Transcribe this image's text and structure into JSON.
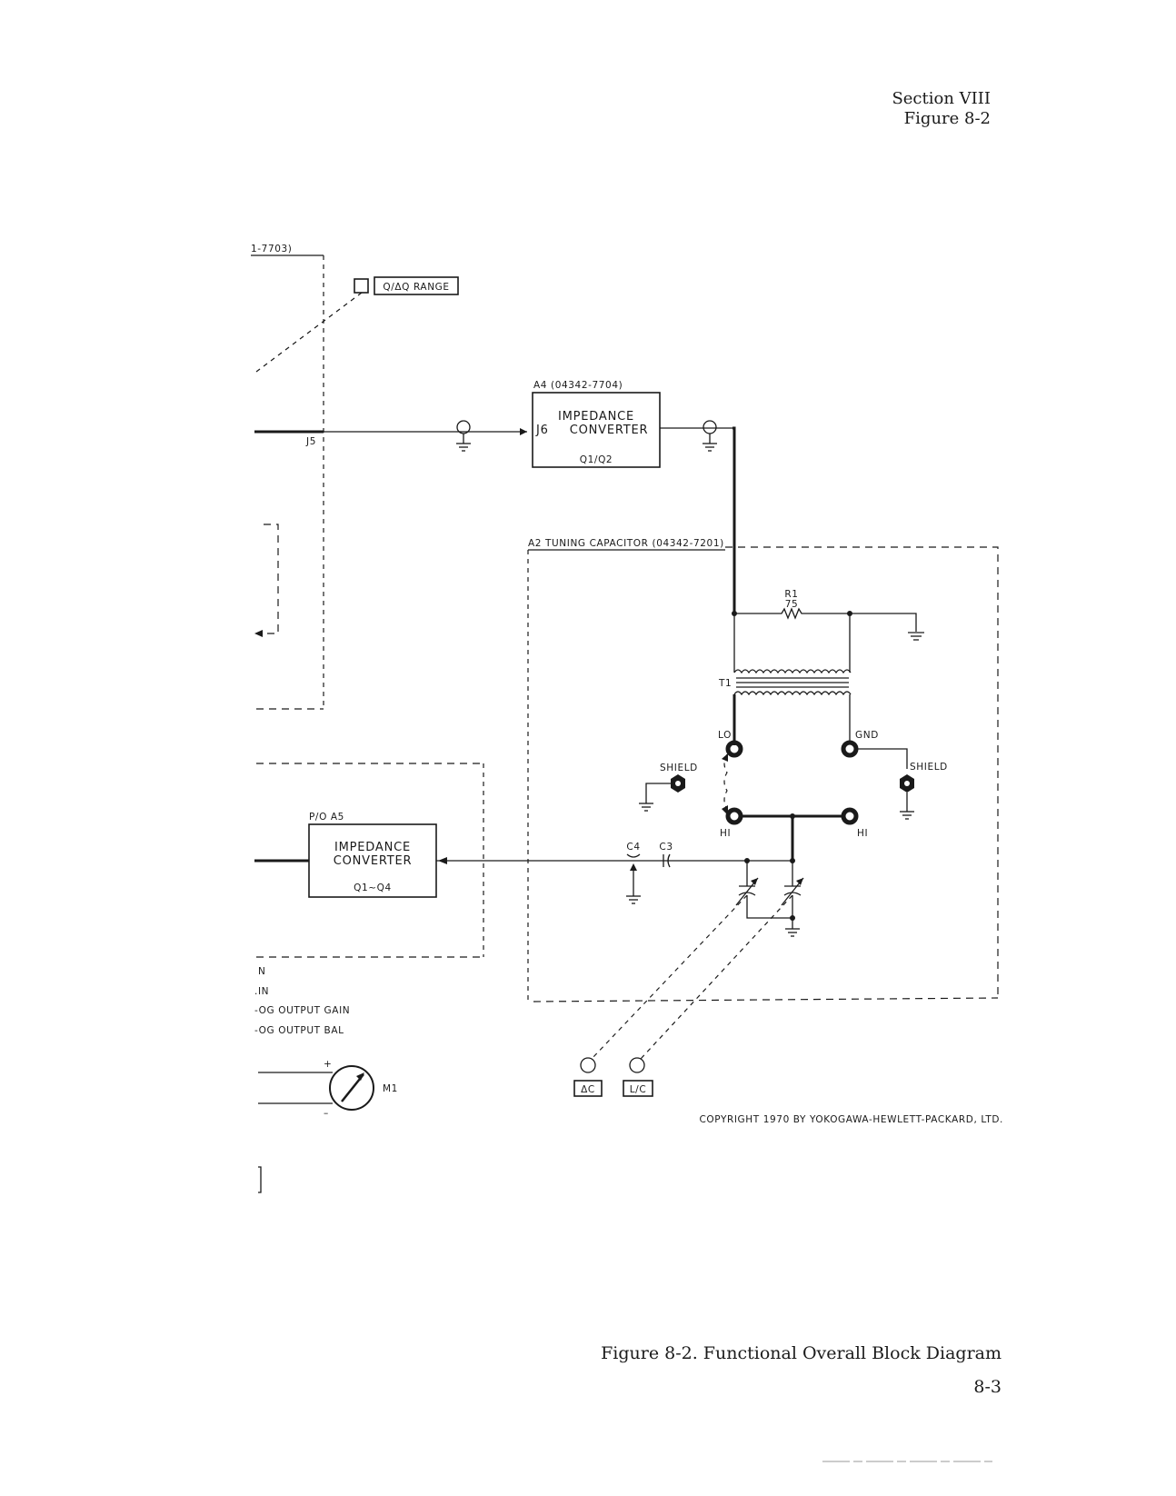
{
  "header": {
    "section": "Section VIII",
    "figure": "Figure 8-2"
  },
  "caption": {
    "title": "Figure 8-2.   Functional Overall Block Diagram",
    "page_number": "8-3"
  },
  "copyright": "COPYRIGHT 1970 BY YOKOGAWA-HEWLETT-PACKARD, LTD.",
  "labels": {
    "left_assembly_fragment": "1-7703)",
    "q_range": "Q/ΔQ RANGE",
    "j5": "J5",
    "a4_title": "A4 (04342-7704)",
    "a4_line1": "IMPEDANCE",
    "a4_line2": "CONVERTER",
    "a4_connector": "J6",
    "a4_parts": "Q1/Q2",
    "a2_title": "A2 TUNING CAPACITOR (04342-7201)",
    "r1": "R1",
    "r1_value": "75",
    "t1": "T1",
    "lo": "LO",
    "gnd": "GND",
    "shield_left": "SHIELD",
    "shield_right": "SHIELD",
    "hi_left": "HI",
    "hi_right": "HI",
    "c4": "C4",
    "c3": "C3",
    "a5_title": "P/O A5",
    "a5_line1": "IMPEDANCE",
    "a5_line2": "CONVERTER",
    "a5_parts": "Q1~Q4",
    "frag_n": "N",
    "frag_in": ".IN",
    "log_gain": "-OG OUTPUT GAIN",
    "log_bal": "-OG OUTPUT BAL",
    "meter": "M1",
    "meter_plus": "+",
    "meter_minus": "–",
    "dial_dc": "ΔC",
    "dial_lc": "L/C"
  }
}
